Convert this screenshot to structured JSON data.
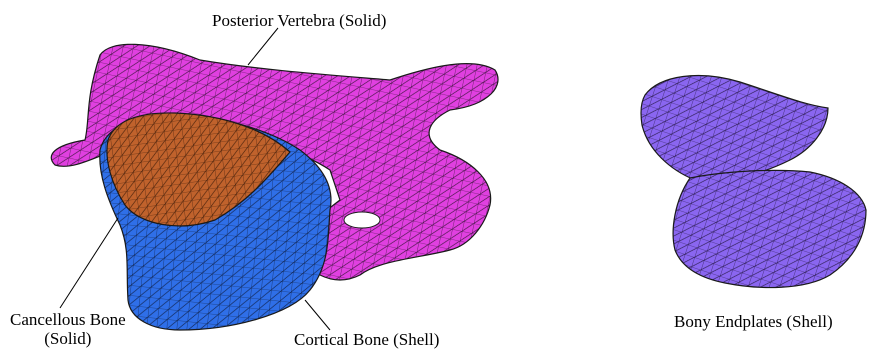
{
  "labels": {
    "posterior_vertebra": "Posterior Vertebra (Solid)",
    "cancellous_bone_line1": "Cancellous Bone",
    "cancellous_bone_line2": "(Solid)",
    "cortical_bone": "Cortical Bone (Shell)",
    "bony_endplates": "Bony Endplates (Shell)"
  },
  "colors": {
    "posterior_vertebra": "#e040e0",
    "cancellous_bone": "#c0622c",
    "cortical_bone": "#2f6fe8",
    "bony_endplates": "#8a66f0",
    "mesh_lines": "#1a1a1a"
  }
}
